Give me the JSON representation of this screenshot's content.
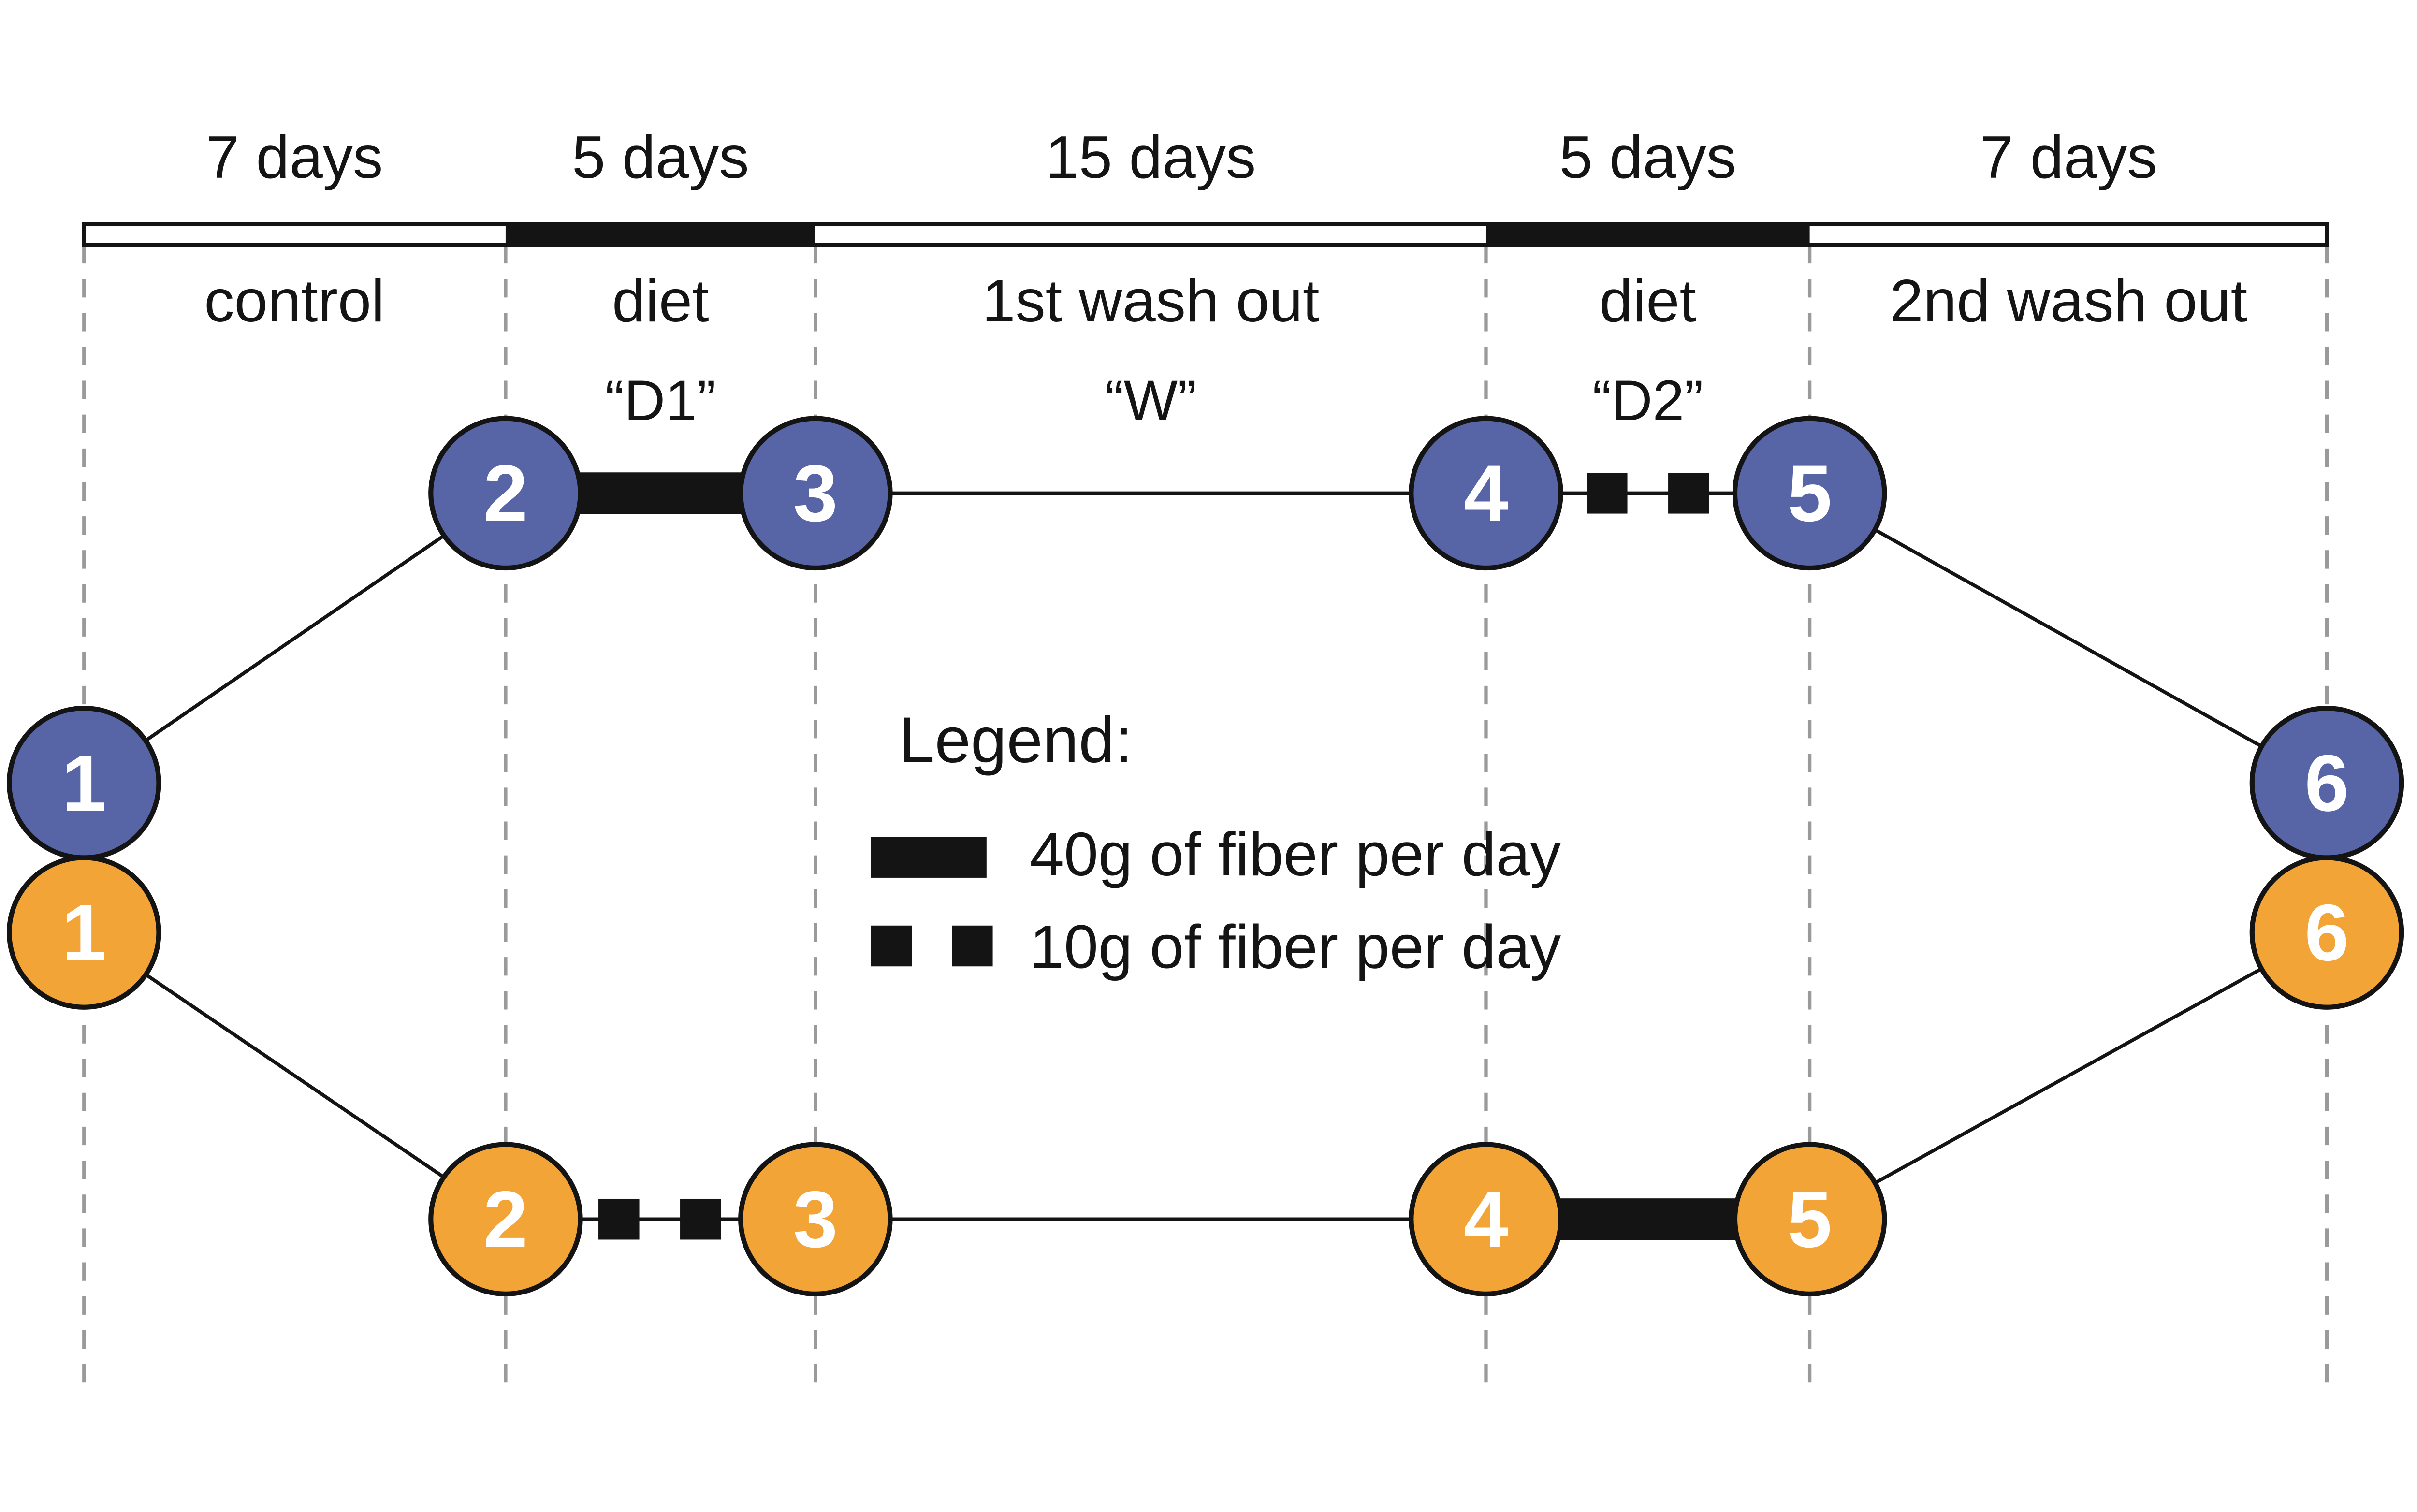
{
  "colors": {
    "arm_top": "#5765A6",
    "arm_bottom": "#F3A437",
    "ink": "#141414",
    "grid": "#9A9A9A",
    "timeline_fill": "#FFFFFF"
  },
  "timeline": {
    "phases": [
      {
        "duration": "7 days",
        "label": "control",
        "code": "",
        "diet_bar": false
      },
      {
        "duration": "5 days",
        "label": "diet",
        "code": "“D1”",
        "diet_bar": true
      },
      {
        "duration": "15 days",
        "label": "1st wash out",
        "code": "“W”",
        "diet_bar": false
      },
      {
        "duration": "5 days",
        "label": "diet",
        "code": "“D2”",
        "diet_bar": true
      },
      {
        "duration": "7 days",
        "label": "2nd wash out",
        "code": "",
        "diet_bar": false
      }
    ]
  },
  "arms": {
    "top": {
      "color_name": "blue",
      "visits": [
        "1",
        "2",
        "3",
        "4",
        "5",
        "6"
      ],
      "interventions": [
        {
          "between_visits": "2-3",
          "dose": "40g of fiber per day",
          "symbol": "thick-bar"
        },
        {
          "between_visits": "4-5",
          "dose": "10g of fiber per day",
          "symbol": "two-squares"
        }
      ]
    },
    "bottom": {
      "color_name": "orange",
      "visits": [
        "1",
        "2",
        "3",
        "4",
        "5",
        "6"
      ],
      "interventions": [
        {
          "between_visits": "2-3",
          "dose": "10g of fiber per day",
          "symbol": "two-squares"
        },
        {
          "between_visits": "4-5",
          "dose": "40g of fiber per day",
          "symbol": "thick-bar"
        }
      ]
    }
  },
  "legend": {
    "title": "Legend:",
    "items": [
      {
        "symbol": "thick-bar",
        "label": "40g of fiber per day"
      },
      {
        "symbol": "two-squares",
        "label": "10g of fiber per day"
      }
    ]
  }
}
